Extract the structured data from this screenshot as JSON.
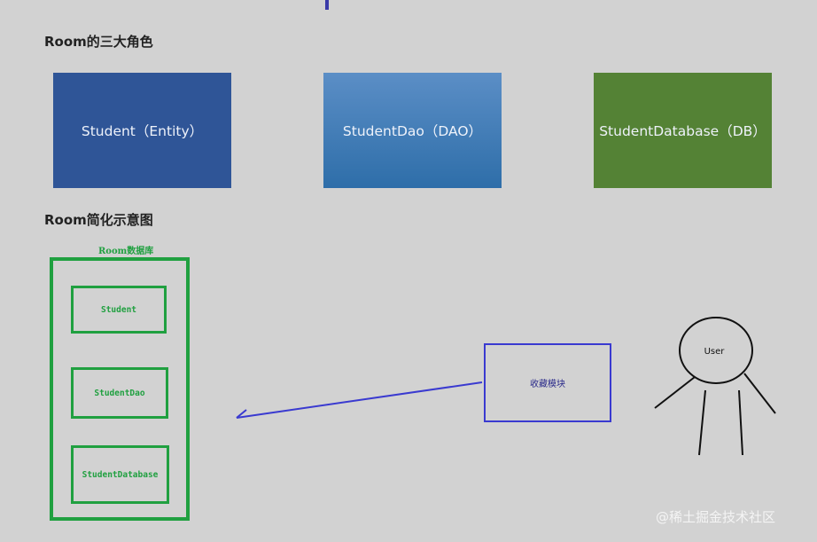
{
  "sections": {
    "roles_title": "Room的三大角色",
    "diagram_title": "Room简化示意图"
  },
  "roles": [
    {
      "label": "Student（Entity）",
      "color": "#2f5597"
    },
    {
      "label": "StudentDao（DAO）",
      "color": "#4a80bb"
    },
    {
      "label": "StudentDatabase（DB）",
      "color": "#548235"
    }
  ],
  "diagram": {
    "database_label": "Room数据库",
    "components": [
      "Student",
      "StudentDao",
      "StudentDatabase"
    ],
    "module_label": "收藏模块",
    "user_label": "User",
    "accent_green": "#20a040",
    "accent_blue": "#3a3ad0"
  },
  "watermark": "@稀土掘金技术社区"
}
